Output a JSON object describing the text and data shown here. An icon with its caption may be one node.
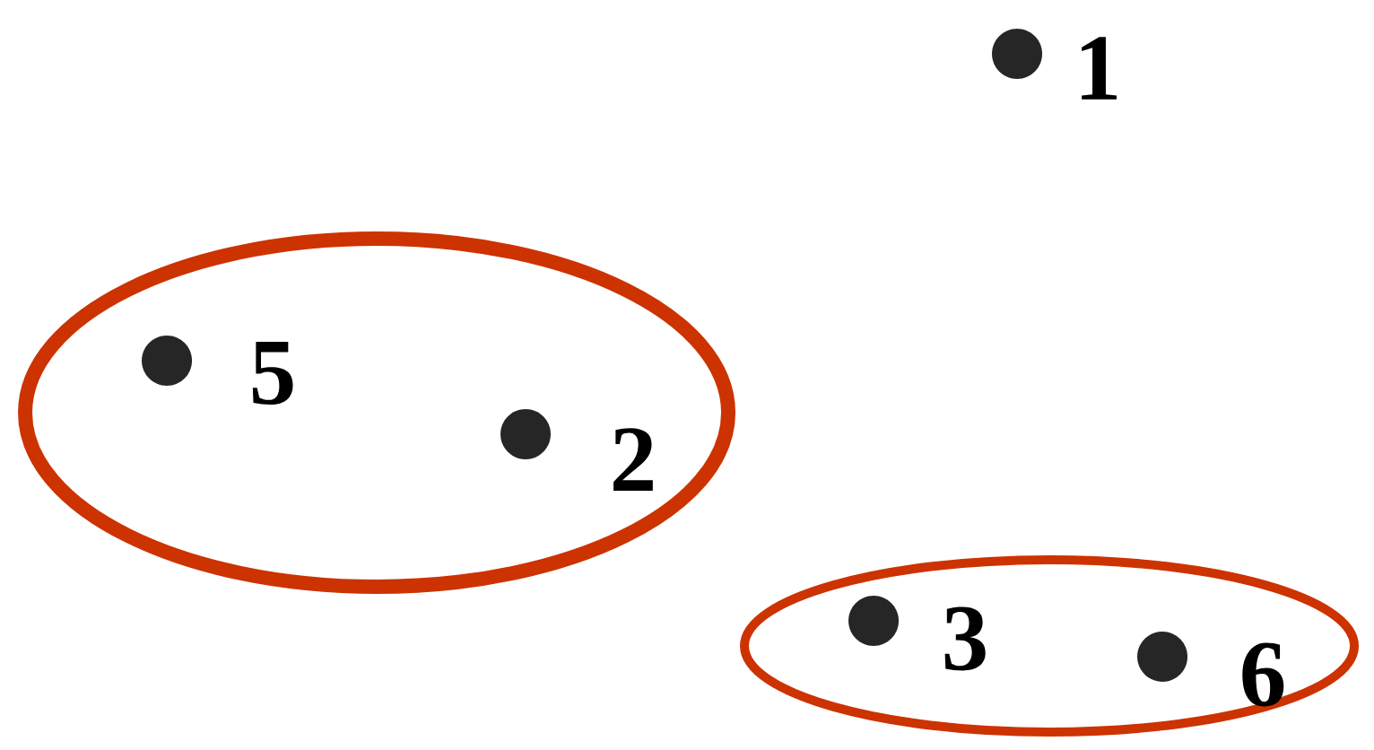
{
  "diagram": {
    "nodes": [
      {
        "text": [],
        "shape": "circle",
        "beside": [
          "1"
        ]
      },
      {
        "text": [],
        "shape": "ellipse"
      },
      {
        "text": [],
        "shape": "circle",
        "beside": [
          "5"
        ],
        "in": 1
      },
      {
        "text": [],
        "shape": "circle",
        "beside": [
          "2"
        ],
        "in": 1
      },
      {
        "text": [],
        "shape": "ellipse"
      },
      {
        "text": [],
        "shape": "circle",
        "beside": [
          "3"
        ],
        "in": 4
      },
      {
        "text": [],
        "shape": "circle",
        "beside": [
          "6"
        ],
        "in": 4
      }
    ]
  }
}
